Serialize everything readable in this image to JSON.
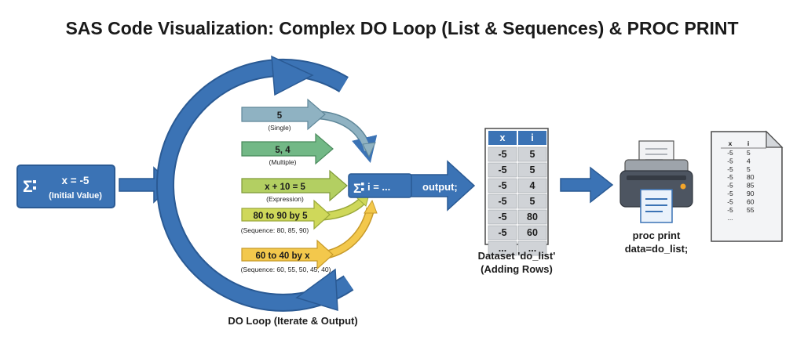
{
  "title": "SAS Code Visualization: Complex DO Loop (List & Sequences) & PROC PRINT",
  "init": {
    "expr": "x = -5",
    "caption": "(Initial Value)"
  },
  "loop": {
    "label": "DO Loop (Iterate & Output)",
    "assign": "i = ...",
    "output": "output;",
    "items": [
      {
        "expr": "5",
        "caption": "(Single)",
        "color": "#8fb2c2"
      },
      {
        "expr": "5, 4",
        "caption": "(Multiple)",
        "color": "#72b886"
      },
      {
        "expr": "x + 10 = 5",
        "caption": "(Expression)",
        "color": "#b3cf62"
      },
      {
        "expr": "80 to 90 by 5",
        "caption": "(Sequence: 80, 85, 90)",
        "color": "#cfd85a"
      },
      {
        "expr": "60 to 40 by x",
        "caption": "(Sequence: 60, 55, 50, 45, 40)",
        "color": "#f3c84c"
      }
    ]
  },
  "dataset": {
    "headers": [
      "x",
      "i"
    ],
    "rows": [
      [
        "-5",
        "5"
      ],
      [
        "-5",
        "5"
      ],
      [
        "-5",
        "4"
      ],
      [
        "-5",
        "5"
      ],
      [
        "-5",
        "80"
      ],
      [
        "-5",
        "60"
      ],
      [
        "...",
        "..."
      ]
    ],
    "caption_line1": "Dataset 'do_list'",
    "caption_line2": "(Adding Rows)"
  },
  "printer": {
    "line1": "proc print",
    "line2": "data=do_list;"
  },
  "printout": {
    "headers": [
      "x",
      "i"
    ],
    "rows": [
      [
        "-5",
        "5"
      ],
      [
        "-5",
        "4"
      ],
      [
        "-5",
        "5"
      ],
      [
        "-5",
        "80"
      ],
      [
        "-5",
        "85"
      ],
      [
        "-5",
        "90"
      ],
      [
        "-5",
        "60"
      ],
      [
        "-5",
        "55"
      ],
      [
        "...",
        ""
      ]
    ]
  },
  "colors": {
    "primary": "#3b73b5",
    "primary_dark": "#2a5a94",
    "table_header": "#3b73b5",
    "table_cell": "#d0d3d7"
  }
}
